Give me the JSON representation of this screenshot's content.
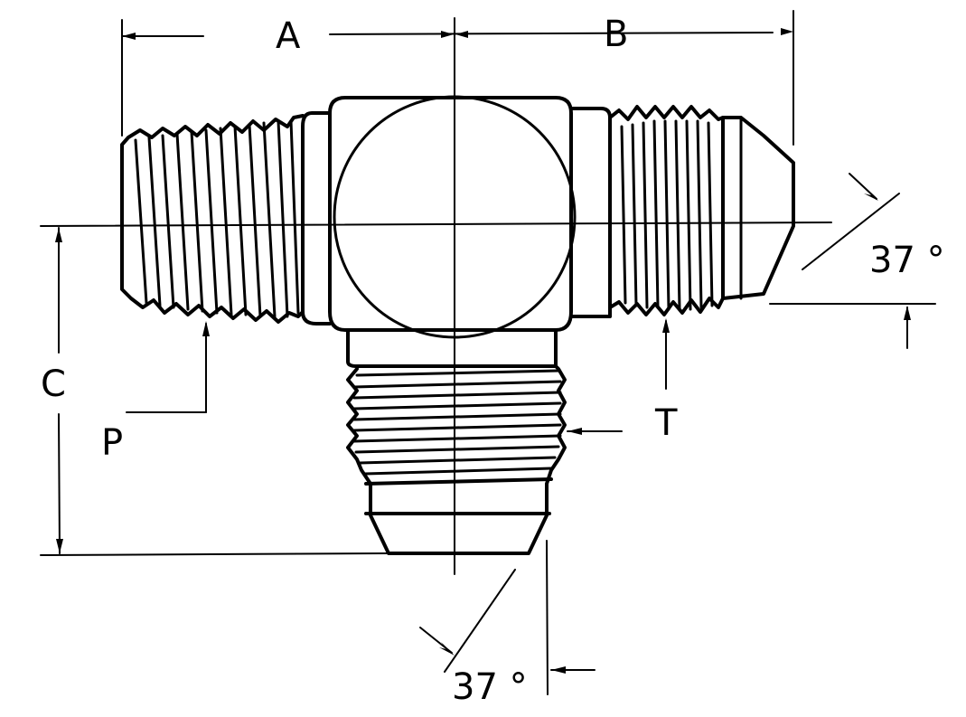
{
  "diagram": {
    "type": "technical-drawing",
    "subject": "Male tee fitting with pipe thread run and 37° flare ends",
    "colors": {
      "line": "#000000",
      "background": "#ffffff"
    },
    "labels": {
      "A": "A",
      "B": "B",
      "C": "C",
      "P": "P",
      "T": "T",
      "angle_right": "37 °",
      "angle_bottom": "37 °"
    }
  }
}
